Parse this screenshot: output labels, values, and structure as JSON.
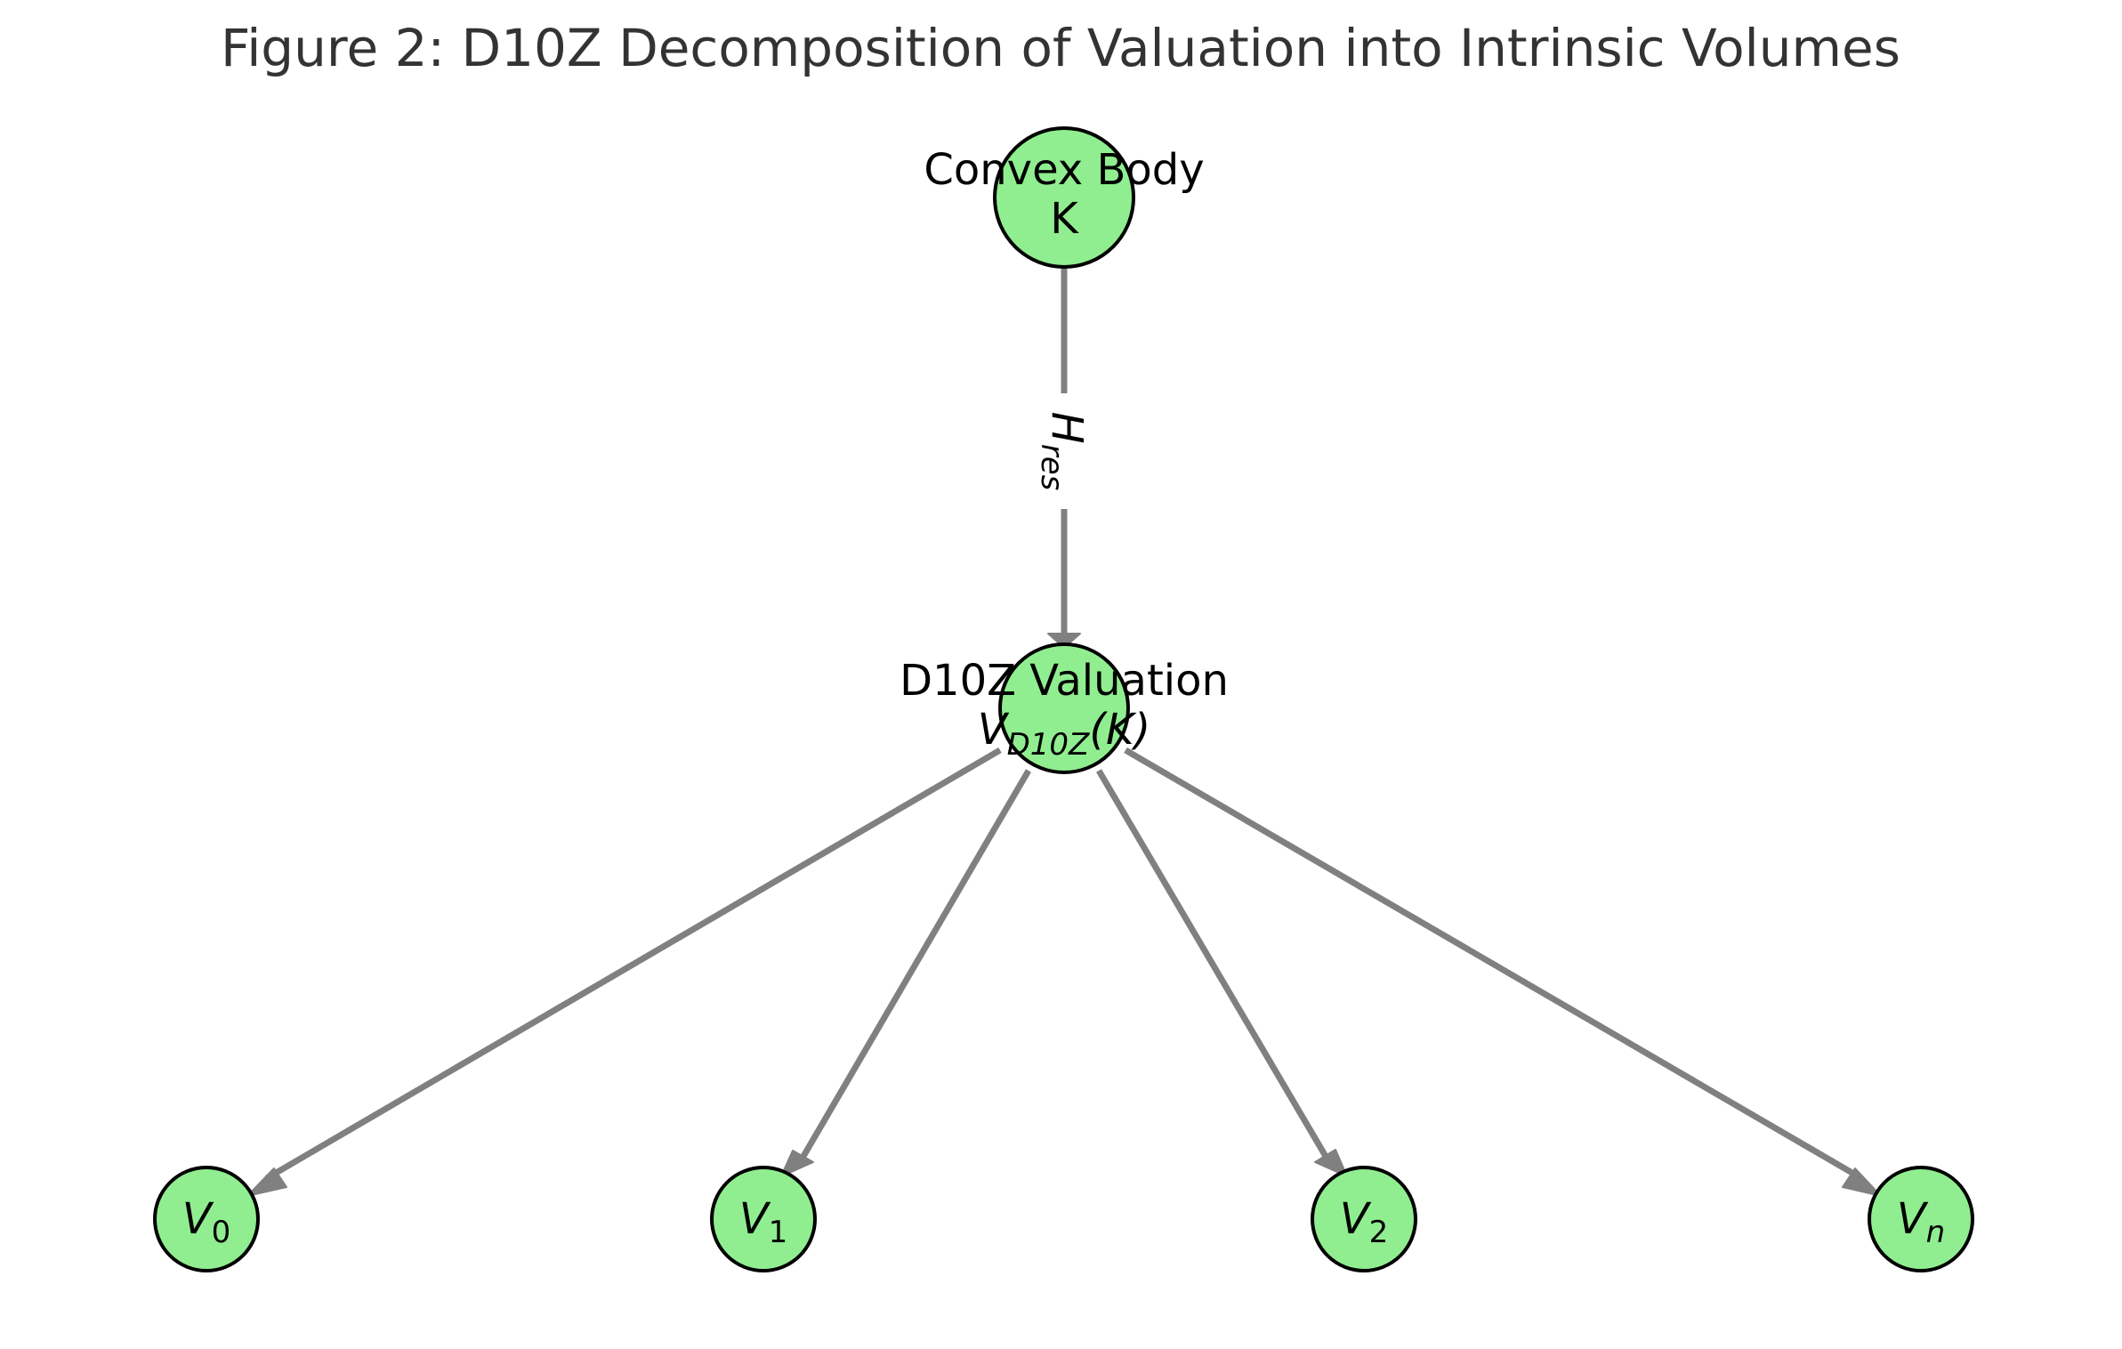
{
  "title": "Figure 2: D10Z Decomposition of Valuation into Intrinsic Volumes",
  "colors": {
    "node_fill": "#90ee90",
    "node_stroke": "#000000",
    "edge": "#808080",
    "title": "#333333"
  },
  "nodes": {
    "convex_body": {
      "line1": "Convex Body",
      "line2": "K"
    },
    "valuation": {
      "line1": "D10Z Valuation",
      "line2_main": "V",
      "line2_sub": "D10Z",
      "line2_rest": "(K)"
    },
    "v0": {
      "main": "V",
      "sub": "0"
    },
    "v1": {
      "main": "V",
      "sub": "1"
    },
    "v2": {
      "main": "V",
      "sub": "2"
    },
    "vn": {
      "main": "V",
      "sub": "n"
    }
  },
  "edges": {
    "body_to_valuation": {
      "label_main": "H",
      "label_sub": "res"
    }
  }
}
